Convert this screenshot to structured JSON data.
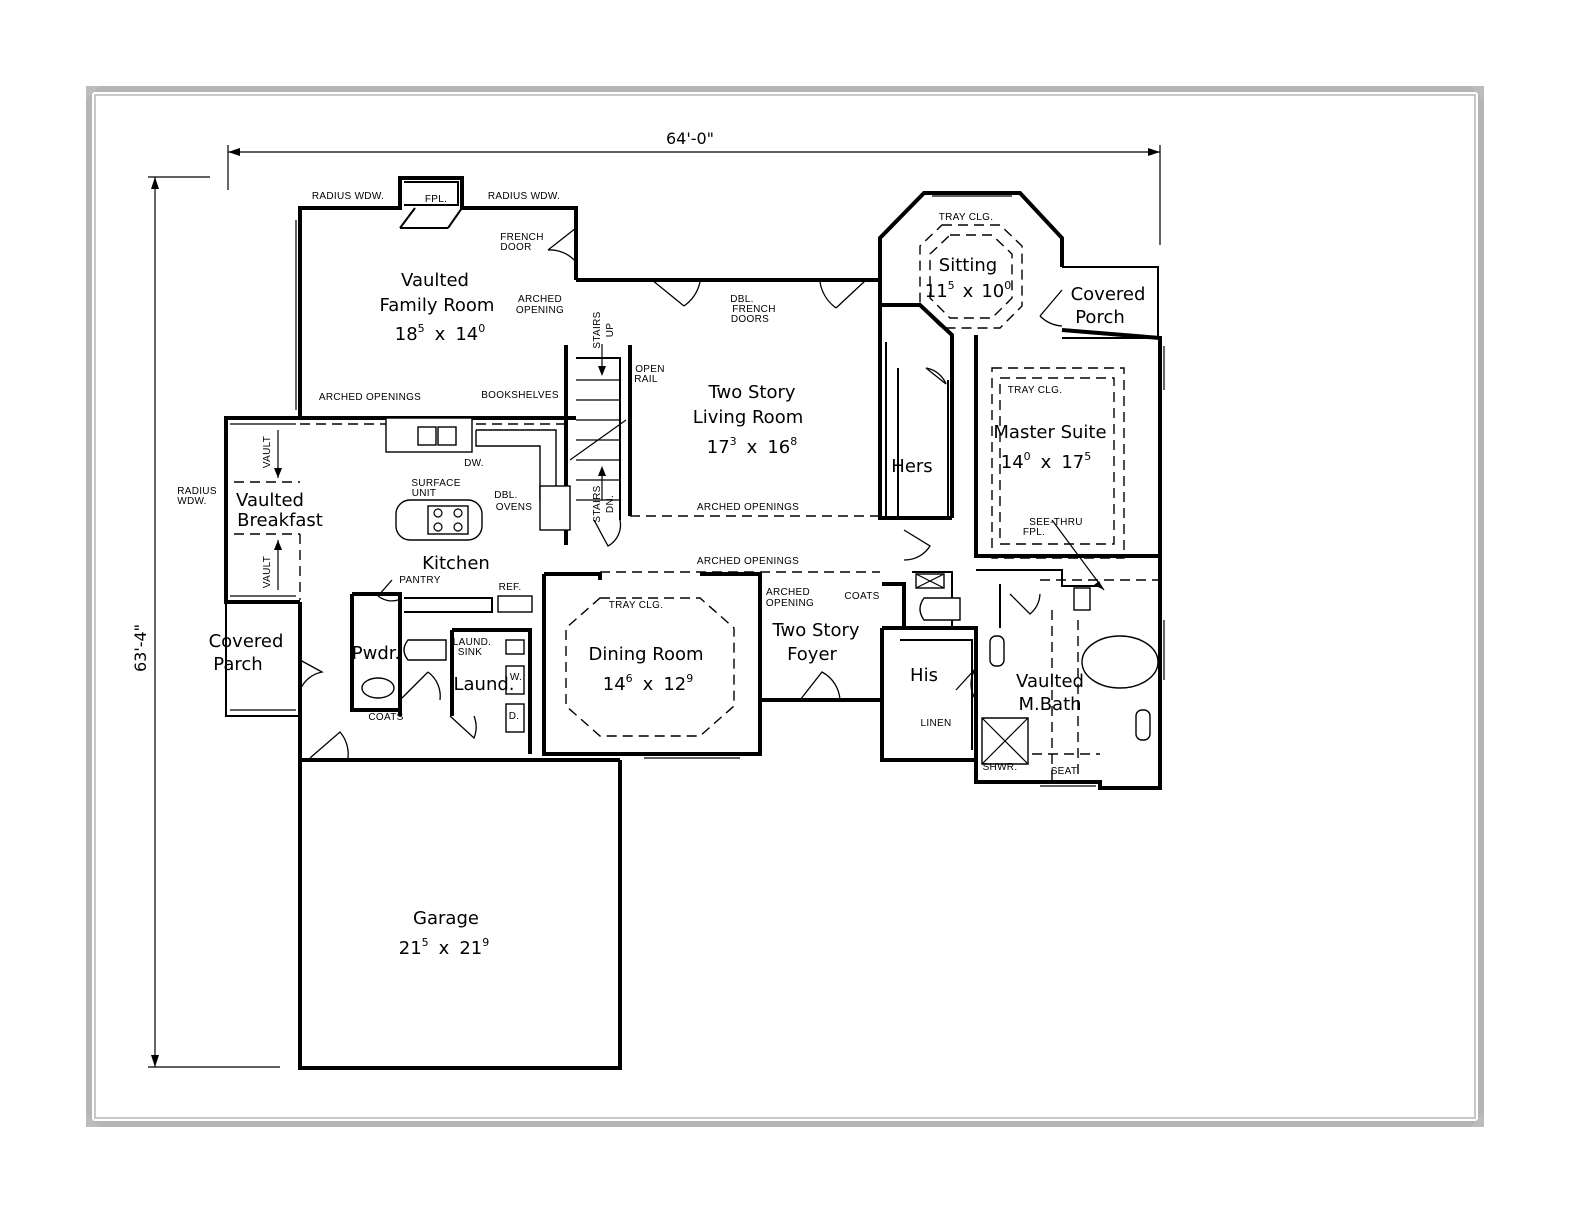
{
  "dimensions": {
    "width_label": "64'-0\"",
    "depth_label": "63'-4\""
  },
  "rooms": {
    "family_room": {
      "name_1": "Vaulted",
      "name_2": "Family Room",
      "w": "18",
      "w_in": "5",
      "d": "14",
      "d_in": "0"
    },
    "living_room": {
      "name_1": "Two Story",
      "name_2": "Living Room",
      "w": "17",
      "w_in": "3",
      "d": "16",
      "d_in": "8"
    },
    "sitting": {
      "name": "Sitting",
      "w": "11",
      "w_in": "5",
      "d": "10",
      "d_in": "0"
    },
    "covered_porch_rear": {
      "name_1": "Covered",
      "name_2": "Porch"
    },
    "master_suite": {
      "name": "Master Suite",
      "w": "14",
      "w_in": "0",
      "d": "17",
      "d_in": "5"
    },
    "hers": {
      "name": "Hers"
    },
    "breakfast": {
      "name_1": "Vaulted",
      "name_2": "Breakfast"
    },
    "kitchen": {
      "name": "Kitchen"
    },
    "covered_porch_side": {
      "name_1": "Covered",
      "name_2": "Parch"
    },
    "powder": {
      "name": "Pwdr."
    },
    "laundry": {
      "name": "Laund."
    },
    "dining_room": {
      "name": "Dining Room",
      "w": "14",
      "w_in": "6",
      "d": "12",
      "d_in": "9"
    },
    "foyer": {
      "name_1": "Two Story",
      "name_2": "Foyer"
    },
    "his": {
      "name": "His"
    },
    "master_bath": {
      "name_1": "Vaulted",
      "name_2": "M.Bath"
    },
    "garage": {
      "name": "Garage",
      "w": "21",
      "w_in": "5",
      "d": "21",
      "d_in": "9"
    }
  },
  "notes": {
    "radius_wdw": "RADIUS WDW.",
    "fpl": "FPL.",
    "french_door_1": "FRENCH",
    "french_door_2": "DOOR",
    "arched_opening_1": "ARCHED",
    "arched_opening_2": "OPENING",
    "stairs": "STAIRS",
    "up": "UP",
    "dn": "DN.",
    "open_rail_1": "OPEN",
    "open_rail_2": "RAIL",
    "dbl_french_1": "DBL.",
    "dbl_french_2": "FRENCH",
    "dbl_french_3": "DOORS",
    "tray_clg": "TRAY CLG.",
    "arched_openings": "ARCHED OPENINGS",
    "bookshelves": "BOOKSHELVES",
    "dw": "DW.",
    "vault": "VAULT",
    "radius_1": "RADIUS",
    "radius_2": "WDW.",
    "surface_1": "SURFACE",
    "surface_2": "UNIT",
    "dbl_ovens_1": "DBL.",
    "dbl_ovens_2": "OVENS",
    "see_thru_1": "SEE-THRU",
    "see_thru_2": "FPL.",
    "pantry": "PANTRY",
    "ref": "REF.",
    "coats": "COATS",
    "laund_sink_1": "LAUND.",
    "laund_sink_2": "SINK",
    "w": "W.",
    "d": "D.",
    "linen": "LINEN",
    "shwr": "SHWR.",
    "seat": "SEAT",
    "x": "x"
  }
}
